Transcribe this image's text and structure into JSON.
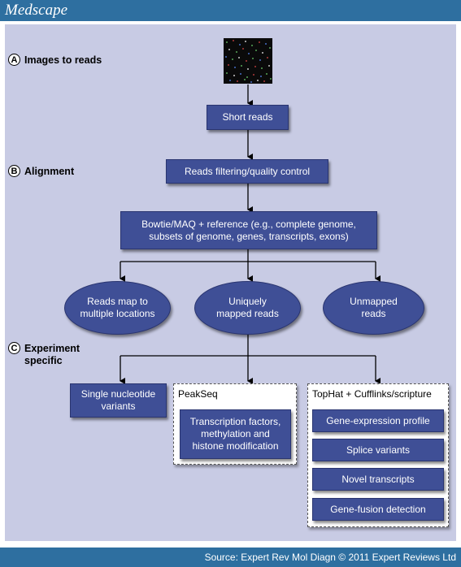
{
  "header": {
    "brand": "Medscape"
  },
  "footer": {
    "source": "Source: Expert Rev Mol Diagn © 2011 Expert Reviews Ltd"
  },
  "steps": {
    "a": {
      "letter": "A",
      "label": "Images to reads"
    },
    "b": {
      "letter": "B",
      "label": "Alignment"
    },
    "c": {
      "letter": "C",
      "label": "Experiment",
      "label2": "specific"
    }
  },
  "nodes": {
    "short_reads": "Short reads",
    "filtering": "Reads filtering/quality control",
    "bowtie_line1": "Bowtie/MAQ + reference (e.g., complete genome,",
    "bowtie_line2": "subsets of genome, genes, transcripts, exons)",
    "multi_line1": "Reads map to",
    "multi_line2": "multiple locations",
    "unique_line1": "Uniquely",
    "unique_line2": "mapped reads",
    "unmapped_line1": "Unmapped",
    "unmapped_line2": "reads",
    "snv_line1": "Single nucleotide",
    "snv_line2": "variants"
  },
  "peakseq": {
    "title": "PeakSeq",
    "box_line1": "Transcription factors,",
    "box_line2": "methylation and",
    "box_line3": "histone modification"
  },
  "tophat": {
    "title": "TopHat + Cufflinks/scripture",
    "items": [
      "Gene-expression profile",
      "Splice variants",
      "Novel transcripts",
      "Gene-fusion detection"
    ]
  },
  "colors": {
    "header": "#2e6fa0",
    "panel": "#c8cbe4",
    "node": "#3f4f96"
  }
}
